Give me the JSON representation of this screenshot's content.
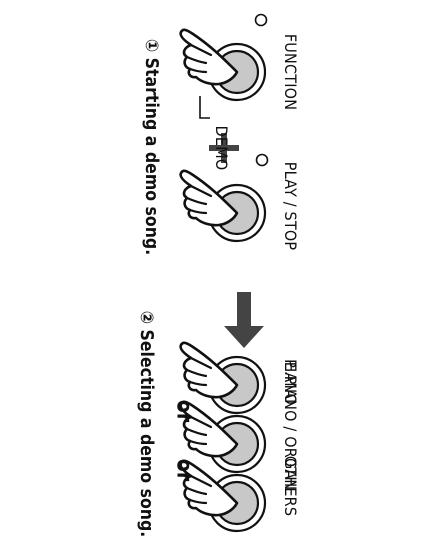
{
  "step1": {
    "heading": "① Starting a demo song.",
    "function_label": "FUNCTION",
    "playstop_label": "PLAY / STOP",
    "demo_label": "DEMO",
    "plus_symbol": "+"
  },
  "step2": {
    "heading": "② Selecting a demo song.",
    "piano_label": "PIANO",
    "epiano_label": "E.PIANO / ORGAN",
    "others_label": "OTHERS",
    "or_word": "or"
  },
  "icons": [
    "pressing-hand-icon",
    "round-button-icon",
    "led-indicator-icon",
    "down-arrow-icon"
  ],
  "colors": {
    "ink": "#111111",
    "button_fill": "#c8c8c8",
    "arrow": "#444444"
  }
}
